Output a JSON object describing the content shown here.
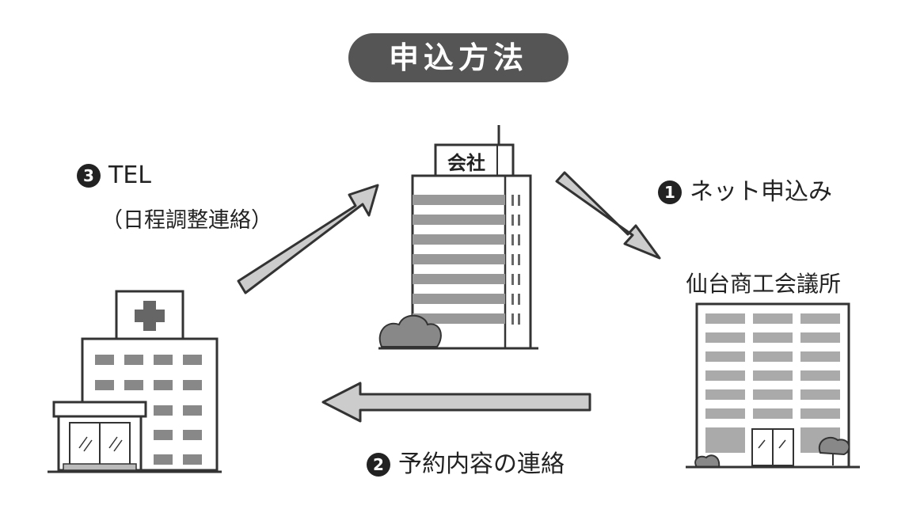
{
  "title": "申込方法",
  "nodes": {
    "company": {
      "sign": "会社"
    },
    "chamber": {
      "label": "仙台商工会議所"
    }
  },
  "steps": [
    {
      "number": "1",
      "label": "ネット申込み"
    },
    {
      "number": "2",
      "label": "予約内容の連絡"
    },
    {
      "number": "3",
      "label": "TEL",
      "sub": "（日程調整連絡）"
    }
  ],
  "colors": {
    "title_bg": "#555555",
    "arrow_fill": "#cccccc",
    "outline": "#333333",
    "window_gray": "#999999",
    "bush": "#888888"
  }
}
